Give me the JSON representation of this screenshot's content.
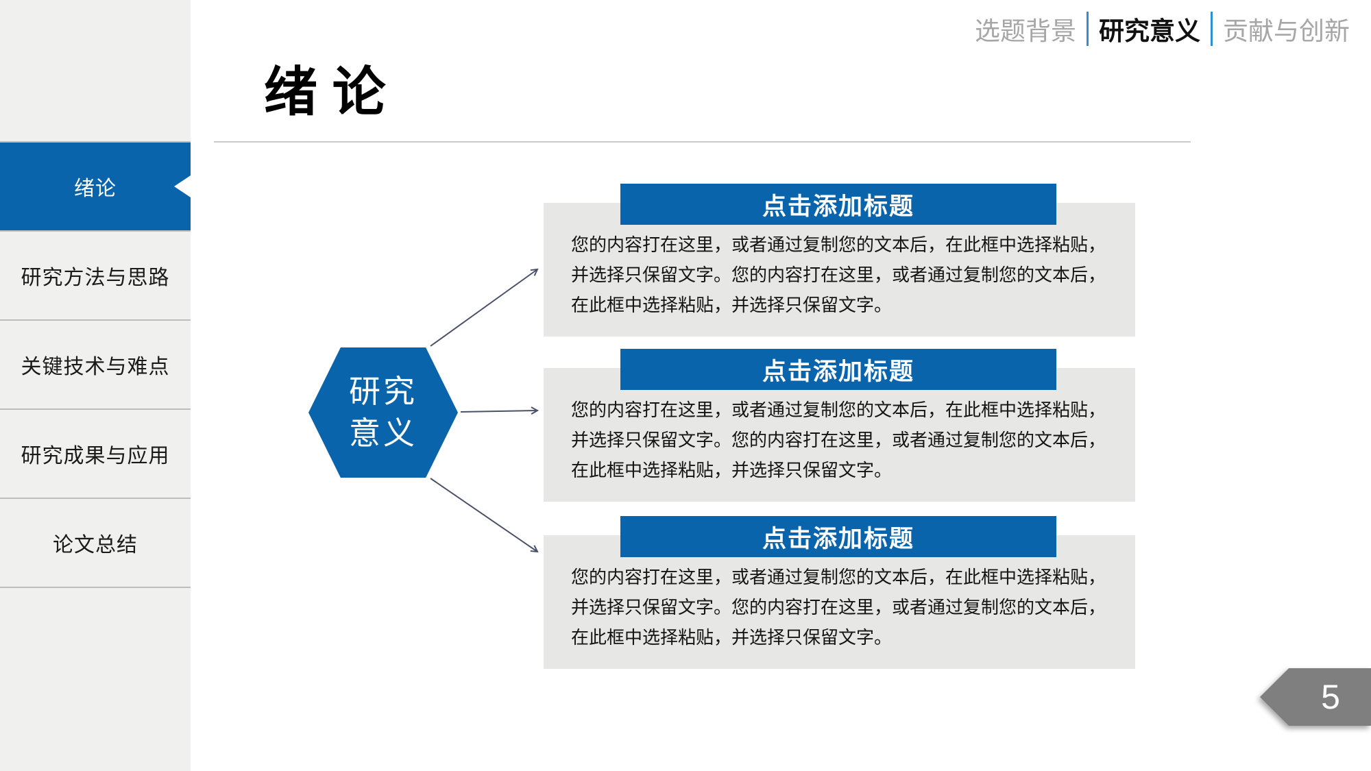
{
  "colors": {
    "theme_blue": "#0A64AC",
    "nav_divider_blue": "#2E8FD5",
    "sidebar_bg": "#F0F0EF",
    "box_gray": "#E7E7E6",
    "banner_gray": "#7F7F7F",
    "arrow_gray": "#4A5168",
    "inactive_nav_text": "#A6A6A6"
  },
  "top_nav": {
    "items": [
      {
        "label": "选题背景",
        "active": false
      },
      {
        "label": "研究意义",
        "active": true
      },
      {
        "label": "贡献与创新",
        "active": false
      }
    ]
  },
  "sidebar": {
    "items": [
      {
        "label": "绪论",
        "active": true
      },
      {
        "label": "研究方法与思路",
        "active": false
      },
      {
        "label": "关键技术与难点",
        "active": false
      },
      {
        "label": "研究成果与应用",
        "active": false
      },
      {
        "label": "论文总结",
        "active": false
      }
    ]
  },
  "main": {
    "title": "绪 论",
    "hexagon": {
      "lines": [
        "研究",
        "意义"
      ]
    },
    "blocks": [
      {
        "header": "点击添加标题",
        "lines": [
          "您的内容打在这里，或者通过复制您的文本后，在此框中选择粘贴，",
          "并选择只保留文字。您的内容打在这里，或者通过复制您的文本后，",
          "在此框中选择粘贴，并选择只保留文字。"
        ]
      },
      {
        "header": "点击添加标题",
        "lines": [
          "您的内容打在这里，或者通过复制您的文本后，在此框中选择粘贴，",
          "并选择只保留文字。您的内容打在这里，或者通过复制您的文本后，",
          "在此框中选择粘贴，并选择只保留文字。"
        ]
      },
      {
        "header": "点击添加标题",
        "lines": [
          "您的内容打在这里，或者通过复制您的文本后，在此框中选择粘贴，",
          "并选择只保留文字。您的内容打在这里，或者通过复制您的文本后，",
          "在此框中选择粘贴，并选择只保留文字。"
        ]
      }
    ],
    "page_number": "5"
  }
}
